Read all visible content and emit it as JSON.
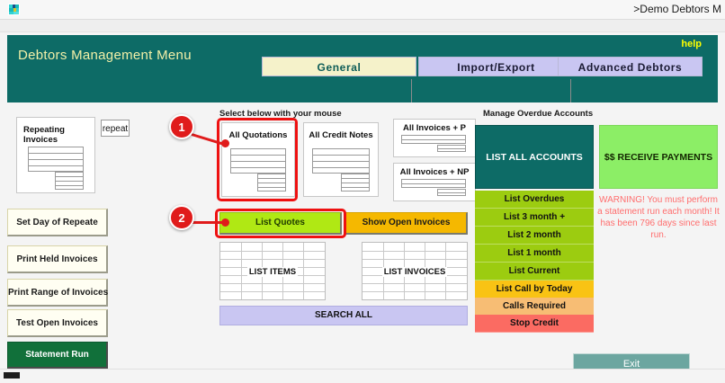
{
  "window": {
    "title": ">Demo Debtors M",
    "icon": "app-icon"
  },
  "banner": {
    "title": "Debtors Management Menu",
    "help_label": "help",
    "tabs": [
      {
        "label": "General",
        "active": true
      },
      {
        "label": "Import/Export",
        "active": false
      },
      {
        "label": "Advanced Debtors",
        "active": false
      }
    ]
  },
  "labels": {
    "select_below": "Select below with your mouse",
    "manage_overdue": "Manage Overdue Accounts"
  },
  "left_column": {
    "repeating_card_label": "Repeating\nInvoices",
    "repeating_card_line1": "Repeating",
    "repeating_card_line2": "Invoices",
    "repeat_box_label": "repeat",
    "buttons": [
      {
        "label": "Set Day of Repeate"
      },
      {
        "label": "Print Held Invoices"
      },
      {
        "label": "Print Range of Invoices"
      },
      {
        "label": "Test Open Invoices"
      },
      {
        "label": "Statement Run"
      }
    ]
  },
  "center": {
    "doc_cards": [
      {
        "label": "All Quotations"
      },
      {
        "label": "All Credit Notes"
      },
      {
        "label": "All Invoices + P"
      },
      {
        "label": "All Invoices + NP"
      }
    ],
    "list_quotes_label": "List Quotes",
    "show_open_invoices_label": "Show Open Invoices",
    "list_items_label": "LIST ITEMS",
    "list_invoices_label": "LIST INVOICES",
    "search_all_label": "SEARCH ALL"
  },
  "callouts": [
    {
      "number": "1",
      "target": "All Quotations"
    },
    {
      "number": "2",
      "target": "List Quotes"
    }
  ],
  "right_column": {
    "list_all_accounts_label": "LIST ALL ACCOUNTS",
    "receive_payments_label": "$$ RECEIVE PAYMENTS",
    "overdue_buttons": [
      {
        "label": "List Overdues",
        "color": "#9ccc10"
      },
      {
        "label": "List 3 month +",
        "color": "#9ccc10"
      },
      {
        "label": "List 2 month",
        "color": "#9ccc10"
      },
      {
        "label": "List 1 month",
        "color": "#9ccc10"
      },
      {
        "label": "List Current",
        "color": "#9ccc10"
      },
      {
        "label": "List Call by Today",
        "color": "#f9c314"
      },
      {
        "label": "Calls Required",
        "color": "#f7bd74"
      },
      {
        "label": "Stop Credit",
        "color": "#fb6b62"
      }
    ],
    "warning_text": "WARNING! You must perform a statement run each month! It has been 796 days since last run."
  },
  "footer": {
    "exit_label": "Exit"
  },
  "colors": {
    "teal": "#0d6b66",
    "banner_title": "#f2f0a8",
    "help_yellow": "#ffff00",
    "tab_active_bg": "#f5f2ca",
    "tab_inactive_bg": "#c9c6f2",
    "lime": "#b0e814",
    "amber": "#f5b800",
    "light_green": "#8cee66",
    "warning_red": "#ff6d6d",
    "callout_red": "#e01b1b",
    "statement_green": "#11703a",
    "exit_teal": "#6ca6a0",
    "lavender": "#c9c6f2"
  }
}
